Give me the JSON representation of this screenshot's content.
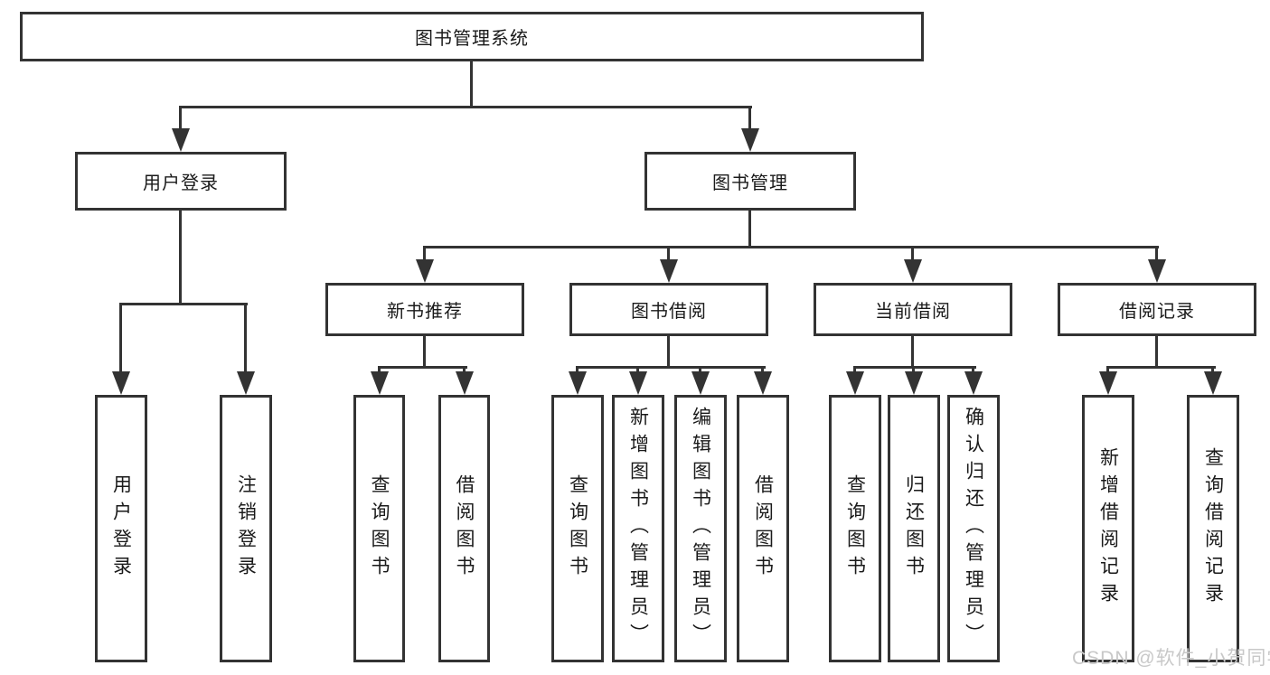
{
  "diagram_title": "图书管理系统",
  "nodes": {
    "root": {
      "label": "图书管理系统"
    },
    "level2": [
      {
        "label": "用户登录"
      },
      {
        "label": "图书管理"
      }
    ],
    "level3": [
      {
        "label": "新书推荐"
      },
      {
        "label": "图书借阅"
      },
      {
        "label": "当前借阅"
      },
      {
        "label": "借阅记录"
      }
    ],
    "leaves": {
      "user_login": [
        "用户登录",
        "注销登录"
      ],
      "new_book": [
        "查询图书",
        "借阅图书"
      ],
      "borrow": [
        "查询图书",
        "新增图书（管理员）",
        "编辑图书（管理员）",
        "借阅图书"
      ],
      "current": [
        "查询图书",
        "归还图书",
        "确认归还（管理员）"
      ],
      "records": [
        "新增借阅记录",
        "查询借阅记录"
      ]
    }
  },
  "watermark": {
    "text": "CSDN @软件_小贺同学"
  },
  "colors": {
    "line": "#333333",
    "text": "#1a1a1a",
    "background": "#ffffff",
    "watermark": "#c8c8c8"
  }
}
